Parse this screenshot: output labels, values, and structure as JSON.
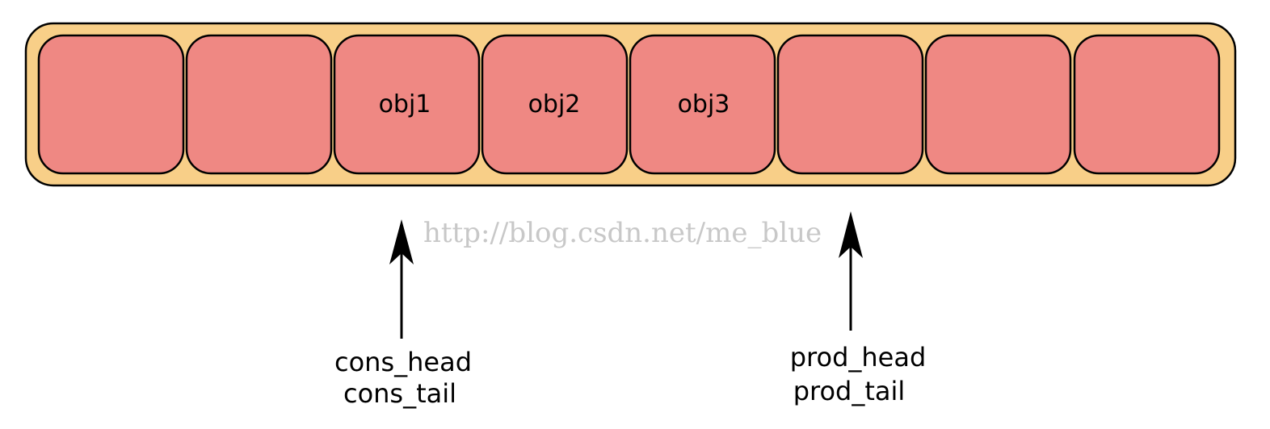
{
  "ring": {
    "container_color": "#f8cf88",
    "slot_color": "#ef8883",
    "stroke_color": "#000000",
    "slots": [
      {
        "label": ""
      },
      {
        "label": ""
      },
      {
        "label": "obj1"
      },
      {
        "label": "obj2"
      },
      {
        "label": "obj3"
      },
      {
        "label": ""
      },
      {
        "label": ""
      },
      {
        "label": ""
      }
    ]
  },
  "pointers": {
    "consumer": {
      "head_label": "cons_head",
      "tail_label": "cons_tail"
    },
    "producer": {
      "head_label": "prod_head",
      "tail_label": "prod_tail"
    }
  },
  "watermark": {
    "text": "http://blog.csdn.net/me_blue"
  }
}
